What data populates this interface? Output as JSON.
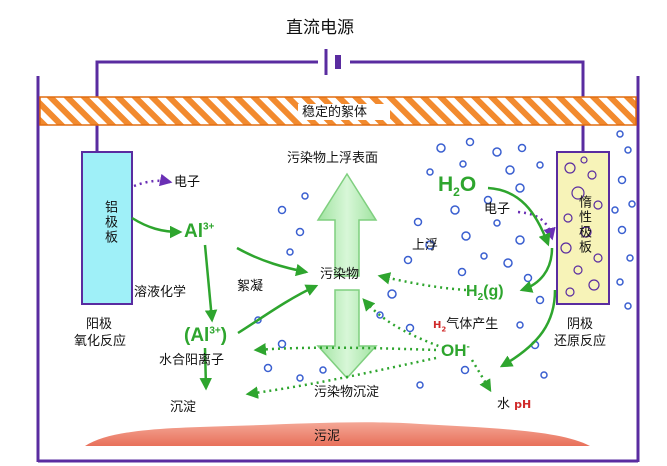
{
  "labels": {
    "power_supply": "直流电源",
    "support": "稳定的絮体",
    "aluminum_electrode": "铝极板",
    "inert_electrode": "惰性极板",
    "electron_left": "电子",
    "electron_right": "电子",
    "pollutant_float": "污染物上浮表面",
    "pollutant": "污染物",
    "pollutant_settle": "污染物沉淀",
    "float_up": "上浮",
    "dissolution": "溶液化学",
    "coagulation": "絮凝",
    "hydrated_ion": "水合阳离子",
    "precipitate": "沉淀",
    "gas_h2_h": "H",
    "gas_h2_sub": "2",
    "gas_produced": "气体产生",
    "water": "水",
    "ph": "pH",
    "anode": "阳极",
    "oxidation": "氧化反应",
    "cathode": "阴极",
    "reduction": "还原反应",
    "sludge": "污泥"
  },
  "species": {
    "al3_base": "Al",
    "al3_charge": "3+",
    "al3_hydrated_base": "(Al",
    "al3_hydrated_charge": "3+",
    "al3_hydrated_close": ")",
    "h2o_h": "H",
    "h2o_sub": "2",
    "h2o_o": "O",
    "h2g_h": "H",
    "h2g_sub": "2",
    "h2g_state": "(g)",
    "oh_base": "OH",
    "oh_charge": "-"
  },
  "colors": {
    "wire": "#5a2ca0",
    "support": "#f28a2e",
    "anode_fill": "#9ff0f8",
    "cathode_fill": "#f7f3b8",
    "arrow_green": "#2ea52e",
    "electron_purple": "#6a2fb5",
    "bubble_outline": "#3a5fd0",
    "sludge": "#e8705a",
    "highlight_red": "#d02a2a"
  }
}
